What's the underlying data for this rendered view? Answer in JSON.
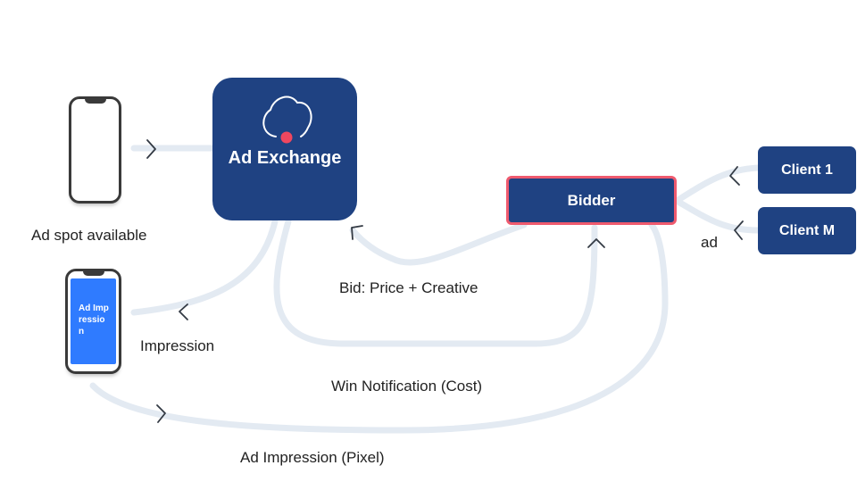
{
  "nodes": {
    "ad_exchange": "Ad Exchange",
    "bidder": "Bidder",
    "client_1": "Client 1",
    "client_m": "Client M"
  },
  "phone_screen_text": "Ad Impression",
  "labels": {
    "ad_spot_available": "Ad spot available",
    "impression": "Impression",
    "bid": "Bid: Price + Creative",
    "win_notification": "Win Notification (Cost)",
    "ad_impression_pixel": "Ad Impression (Pixel)",
    "ad": "ad"
  },
  "icons": [
    "cloud-icon",
    "chevron-icon"
  ],
  "colors": {
    "node_fill": "#1f4282",
    "bidder_border": "#ef5a6e",
    "flow_line": "#e3eaf2",
    "phone_screen": "#2f7bff",
    "cloud_dot": "#f0475f",
    "text": "#222222"
  }
}
